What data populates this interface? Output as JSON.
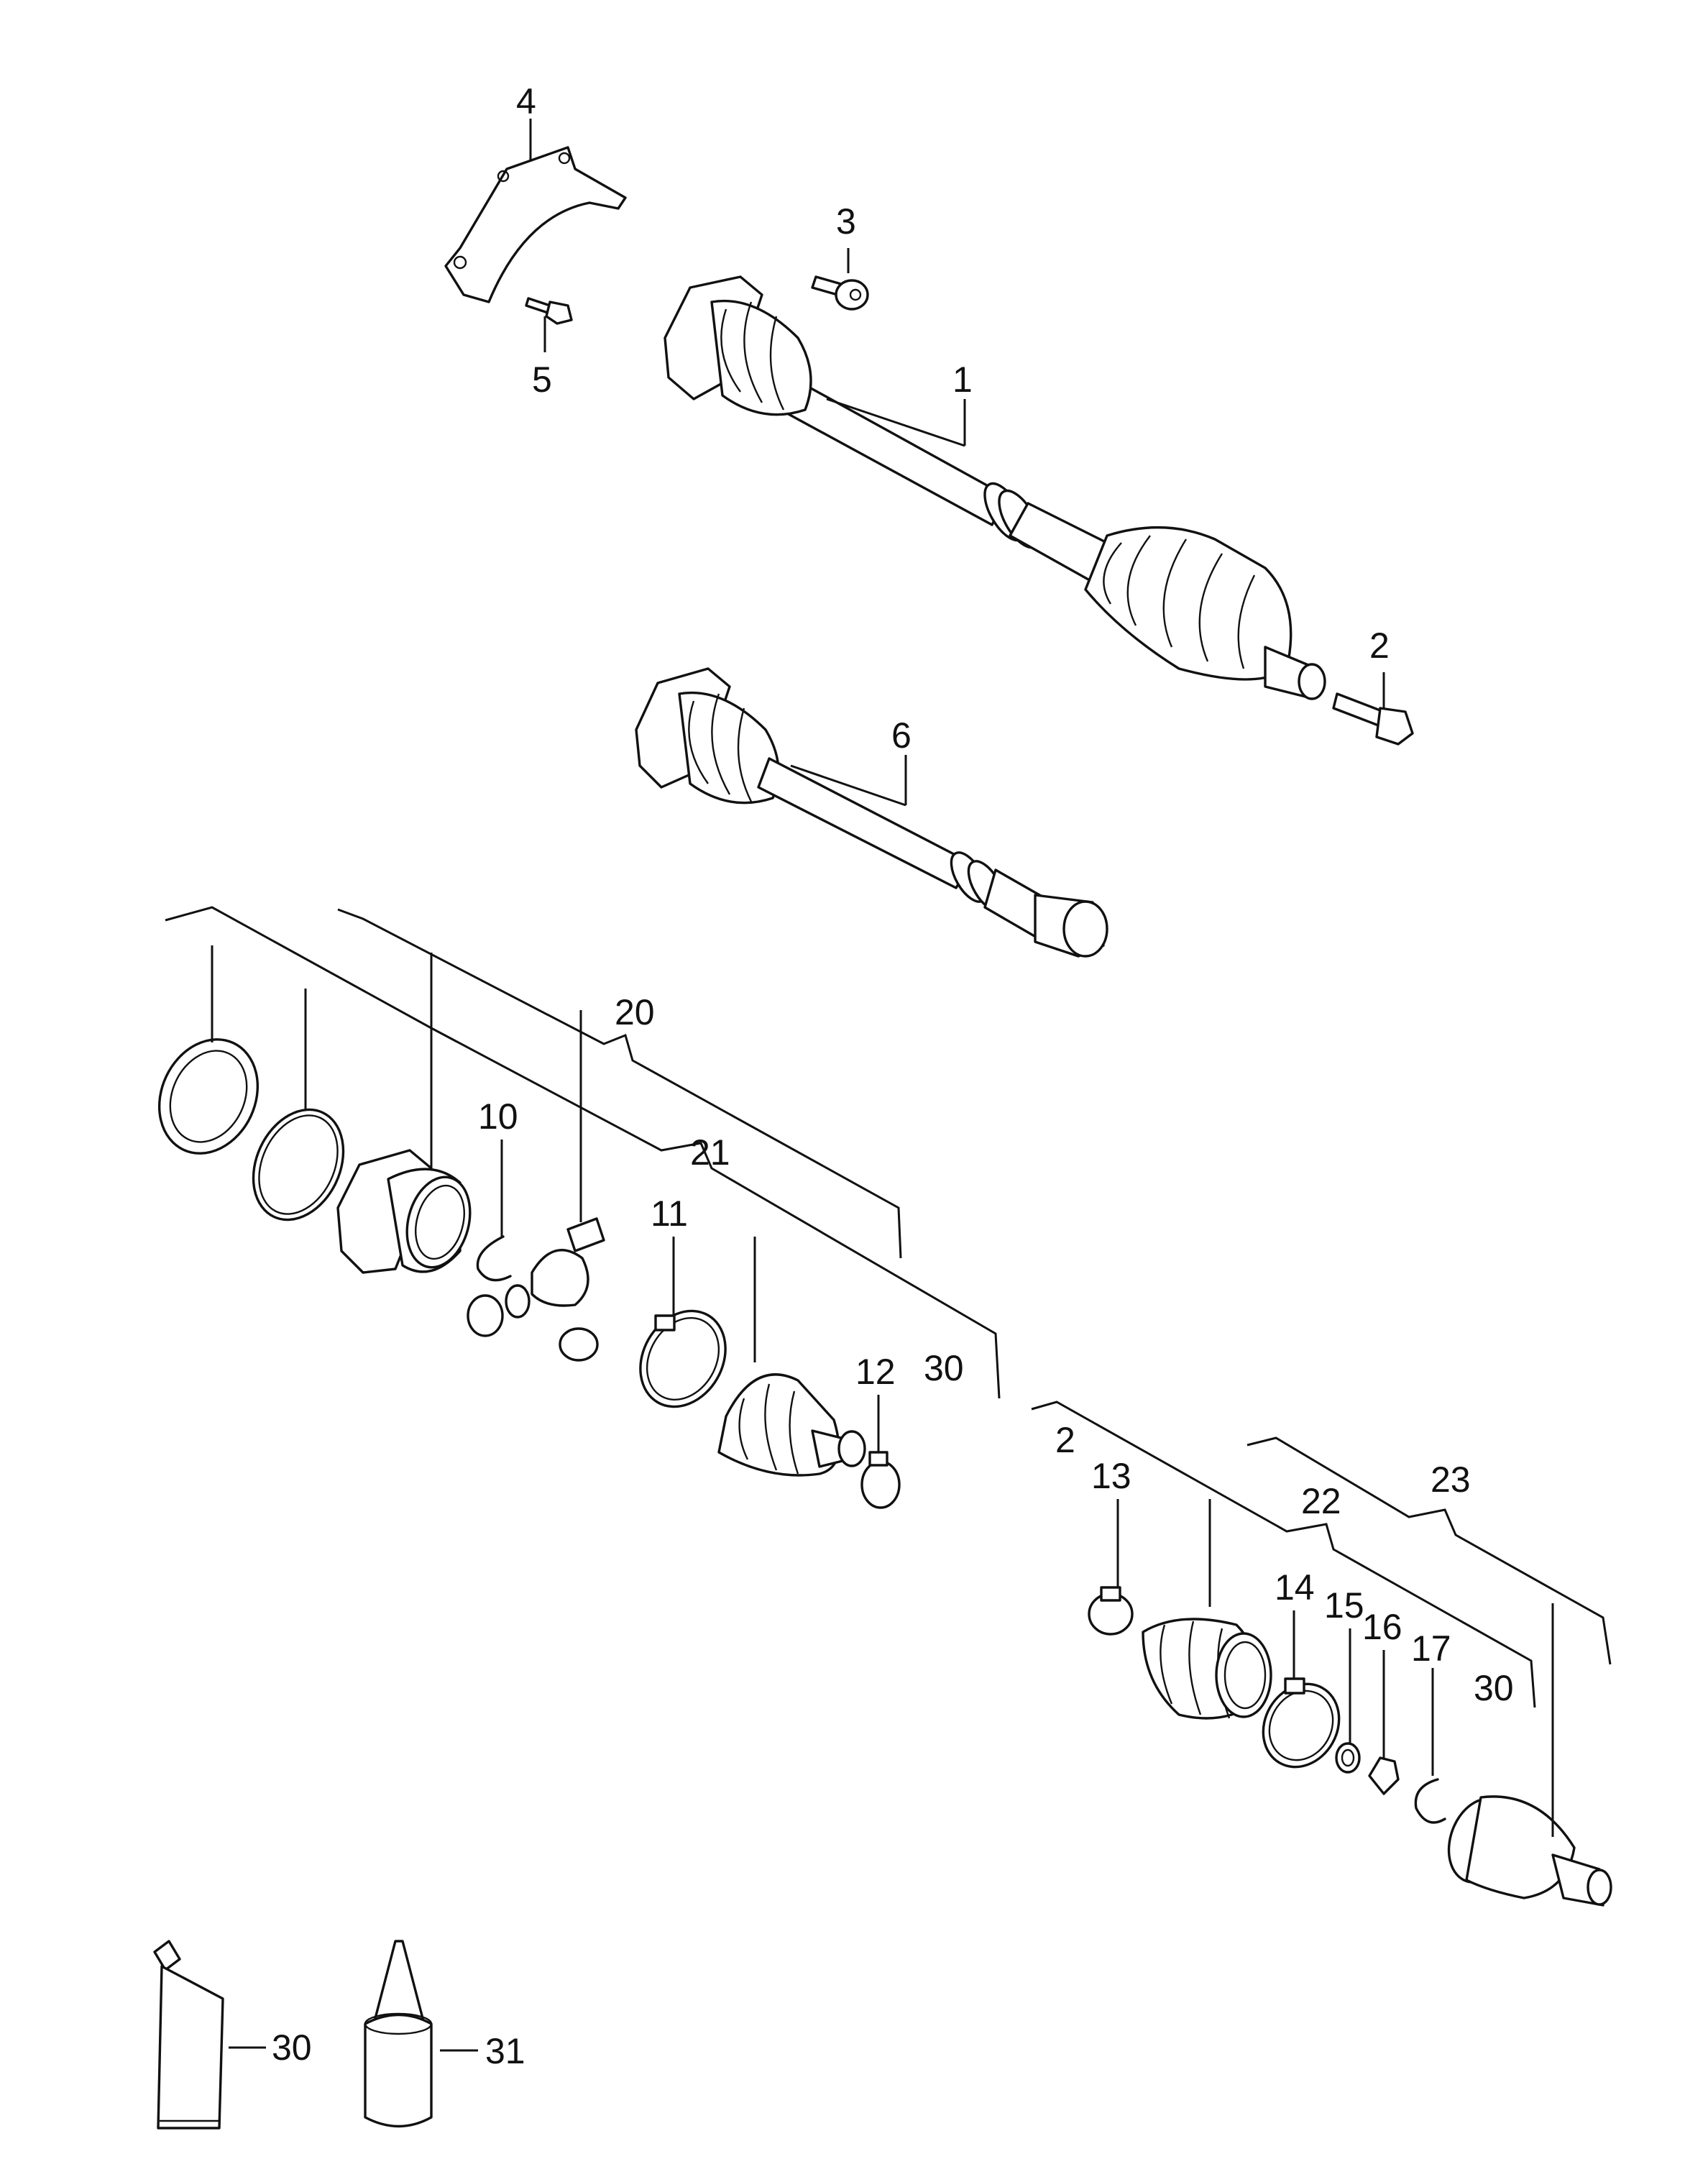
{
  "callouts": [
    {
      "id": "c1",
      "text": "1"
    },
    {
      "id": "c2a",
      "text": "2"
    },
    {
      "id": "c3",
      "text": "3"
    },
    {
      "id": "c4",
      "text": "4"
    },
    {
      "id": "c5",
      "text": "5"
    },
    {
      "id": "c6",
      "text": "6"
    },
    {
      "id": "c20",
      "text": "20"
    },
    {
      "id": "c10",
      "text": "10"
    },
    {
      "id": "c21",
      "text": "21"
    },
    {
      "id": "c11",
      "text": "11"
    },
    {
      "id": "c12",
      "text": "12"
    },
    {
      "id": "c30a",
      "text": "30"
    },
    {
      "id": "c2b",
      "text": "2"
    },
    {
      "id": "c13",
      "text": "13"
    },
    {
      "id": "c22",
      "text": "22"
    },
    {
      "id": "c23",
      "text": "23"
    },
    {
      "id": "c14",
      "text": "14"
    },
    {
      "id": "c15",
      "text": "15"
    },
    {
      "id": "c16",
      "text": "16"
    },
    {
      "id": "c17",
      "text": "17"
    },
    {
      "id": "c30b",
      "text": "30"
    },
    {
      "id": "c30c",
      "text": "30"
    },
    {
      "id": "c31",
      "text": "31"
    }
  ]
}
